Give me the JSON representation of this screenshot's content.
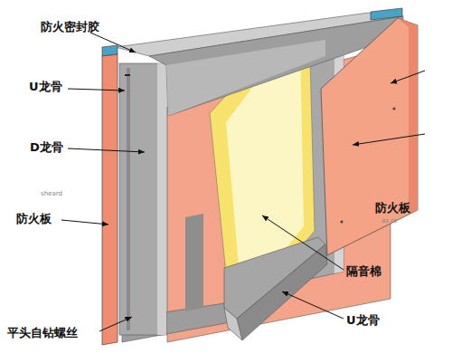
{
  "diagram": {
    "labels": [
      "防火密封胶",
      "U龙骨",
      "D龙骨",
      "sheard",
      "防火板",
      "平头自钻螺丝",
      "防火板",
      "as re",
      "隔音棉",
      "U龙骨"
    ]
  }
}
